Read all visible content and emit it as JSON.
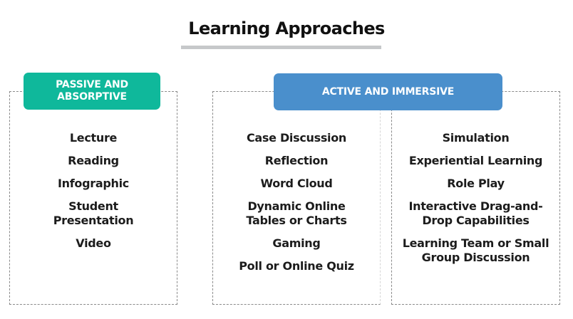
{
  "title": "Learning Approaches",
  "colors": {
    "passive_badge": "#0fb89b",
    "active_badge": "#4a8fcc",
    "underline": "#c6c8ca",
    "dashed_border": "#8a8a8a"
  },
  "passive": {
    "badge_line1": "PASSIVE AND",
    "badge_line2": "ABSORPTIVE",
    "items": [
      {
        "l1": "Lecture"
      },
      {
        "l1": "Reading"
      },
      {
        "l1": "Infographic"
      },
      {
        "l1": "Student",
        "l2": "Presentation"
      },
      {
        "l1": "Video"
      }
    ]
  },
  "active": {
    "badge_label": "ACTIVE AND IMMERSIVE",
    "column1": [
      {
        "l1": "Case Discussion"
      },
      {
        "l1": "Reflection"
      },
      {
        "l1": "Word Cloud"
      },
      {
        "l1": "Dynamic Online",
        "l2": "Tables or Charts"
      },
      {
        "l1": "Gaming"
      },
      {
        "l1": "Poll or Online Quiz"
      }
    ],
    "column2": [
      {
        "l1": "Simulation"
      },
      {
        "l1": "Experiential Learning"
      },
      {
        "l1": "Role Play"
      },
      {
        "l1": "Interactive Drag-and-",
        "l2": "Drop Capabilities"
      },
      {
        "l1": "Learning Team or Small",
        "l2": "Group Discussion"
      }
    ]
  }
}
